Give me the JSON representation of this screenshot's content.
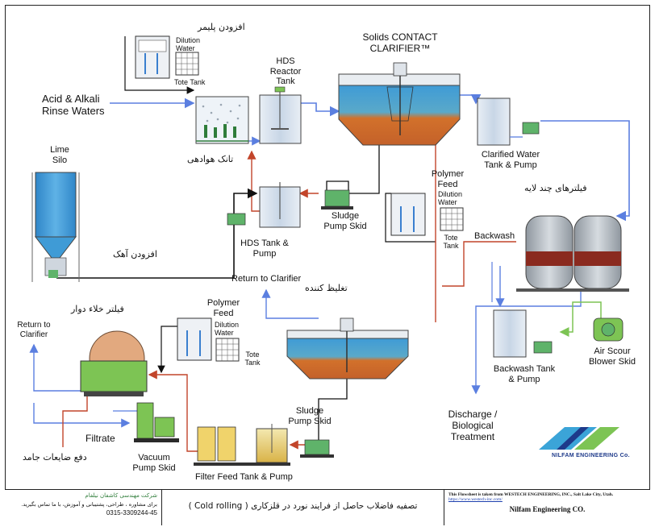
{
  "colors": {
    "line_blue": "#5b7fe0",
    "line_red": "#c2452a",
    "line_black": "#111111",
    "line_green": "#7dc454",
    "water_blue": "#3f9bd6",
    "sludge_orange": "#d2712b",
    "tank_grey": "#d9dfe6",
    "equip_green": "#5fb36a",
    "drum_tan": "#e2a97f",
    "filter_red": "#8a2a1f"
  },
  "labels": {
    "polymer_add_fa": "افزودن پلیمر",
    "dilution_water_1": "Dilution\nWater",
    "tote_tank_1": "Tote Tank",
    "hds_reactor_tank": "HDS\nReactor\nTank",
    "solids_contact_clarifier": "Solids CONTACT\nCLARIFIER™",
    "acid_alkali": "Acid & Alkali\nRinse Waters",
    "aeration_tank_fa": "تانک هوادهی",
    "clarified_water": "Clarified Water\nTank & Pump",
    "lime_silo": "Lime\nSilo",
    "polymer_feed_1": "Polymer\nFeed",
    "dilution_water_2": "Dilution\nWater",
    "tote_tank_2": "Tote\nTank",
    "multimedia_filter_fa": "فیلترهای چند لایه",
    "sludge_pump_skid_1": "Sludge\nPump Skid",
    "hds_tank_pump": "HDS Tank &\nPump",
    "lime_add_fa": "افزودن آهک",
    "backwash": "Backwash",
    "return_to_clarifier_1": "Return to Clarifier",
    "thickener_fa": "تغلیظ کننده",
    "rotary_vacuum_filter_fa": "فیلتر خلاء دوار",
    "polymer_feed_2": "Polymer\nFeed",
    "dilution_water_3": "Dilution\nWater",
    "tote_tank_3": "Tote\nTank",
    "return_to_clarifier_2": "Return to\nClarifier",
    "backwash_tank_pump": "Backwash Tank\n& Pump",
    "air_scour_blower": "Air Scour\nBlower Skid",
    "sludge_pump_skid_2": "Sludge\nPump Skid",
    "discharge": "Discharge /\nBiological\nTreatment",
    "filtrate": "Filtrate",
    "vacuum_pump_skid": "Vacuum\nPump Skid",
    "solid_waste_fa": "دفع ضایعات جامد",
    "filter_feed_tank": "Filter Feed Tank & Pump",
    "logo_text": "NILFAM ENGINEERING Co."
  },
  "title_block": {
    "company_fa": "شرکت مهندسی کاشفان نیلفام",
    "consult_fa": "برای مشاوره ، طراحی، پشتیبانی و آموزش، با ما تماس بگیرید.",
    "phone": "0315-3309244-45",
    "title_fa": "تصفیه فاضلاب حاصل از فرایند نورد در قلزکاری ( Cold rolling )",
    "source_note": "This Flowsheet is taken from WESTECH ENGINEERING, INC., Salt Lake City, Utah.",
    "source_url": "https://www.westech-inc.com/",
    "company_en": "Nilfam Engineering CO."
  }
}
